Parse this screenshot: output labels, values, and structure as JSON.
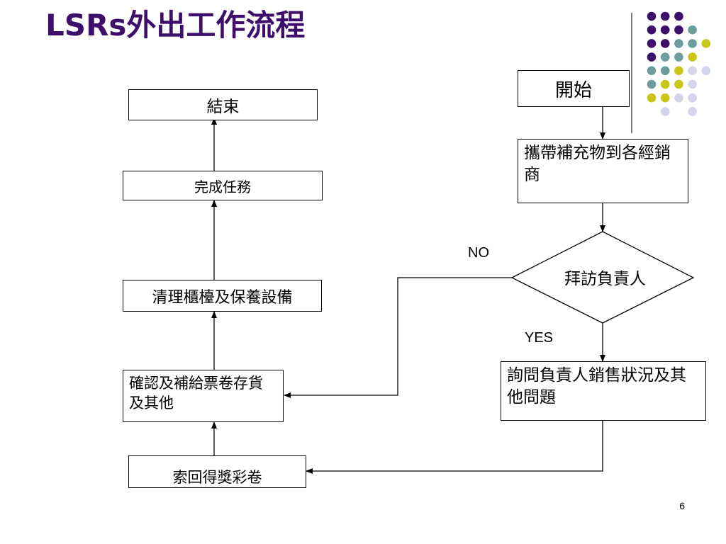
{
  "slide": {
    "title": "LSRs外出工作流程",
    "page_number": "6"
  },
  "flowchart": {
    "start": "開始",
    "step_carry": "攜帶補充物到各經銷商",
    "decision_visit": "拜訪負責人",
    "label_no": "NO",
    "label_yes": "YES",
    "step_ask": "詢問負責人銷售狀況及其他問題",
    "step_collect": "索回得獎彩卷",
    "step_confirm": "確認及補給票卷存貨及其他",
    "step_clean": "清理櫃檯及保養設備",
    "step_complete": "完成任務",
    "end": "結束"
  },
  "decoration": {
    "dot_colors": [
      "#3d0f6b",
      "#6d9c9c",
      "#c9c617",
      "#d4d4ea"
    ]
  }
}
